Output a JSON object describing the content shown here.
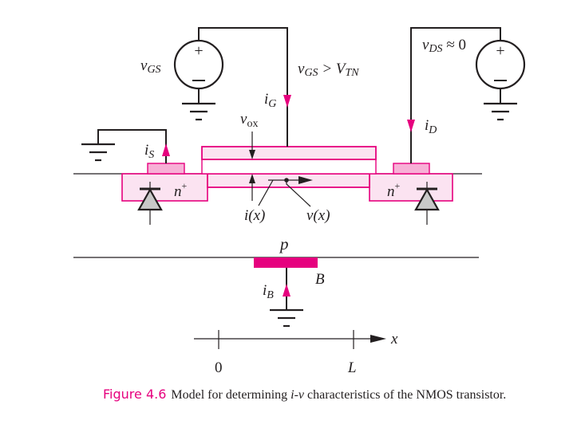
{
  "colors": {
    "accent": "#e6007e",
    "region_fill": "#fbe3f1",
    "contact_fill": "#f7b0d6",
    "wire": "#231f20",
    "diode_fill": "#c8c8c8"
  },
  "sources": {
    "gate_source": {
      "label": "v",
      "sub": "GS",
      "plus": "+",
      "minus": "−"
    },
    "drain_source": {
      "label": "v",
      "sub": "DS",
      "suffix": " ≈ 0",
      "plus": "+",
      "minus": "−"
    }
  },
  "labels": {
    "gate_condition_v": "v",
    "gate_condition_sub1": "GS",
    "gate_condition_gt": " > V",
    "gate_condition_sub2": "TN",
    "i_g": "i",
    "i_g_sub": "G",
    "i_d": "i",
    "i_d_sub": "D",
    "i_s": "i",
    "i_s_sub": "S",
    "i_b": "i",
    "i_b_sub": "B",
    "v_ox": "v",
    "v_ox_sub": "ox",
    "n_plus_source": "n",
    "n_plus_drain": "n",
    "plus_sup": "+",
    "i_x": "i(x)",
    "v_x": "v(x)",
    "p_region": "p",
    "body": "B"
  },
  "axis": {
    "variable": "x",
    "tick_start": "0",
    "tick_end": "L"
  },
  "caption": {
    "figure_label": "Figure 4.6",
    "text_before": "Model for determining ",
    "ivar": "i",
    "dash": "-",
    "vvar": "v",
    "text_after": " characteristics of the NMOS transistor."
  }
}
